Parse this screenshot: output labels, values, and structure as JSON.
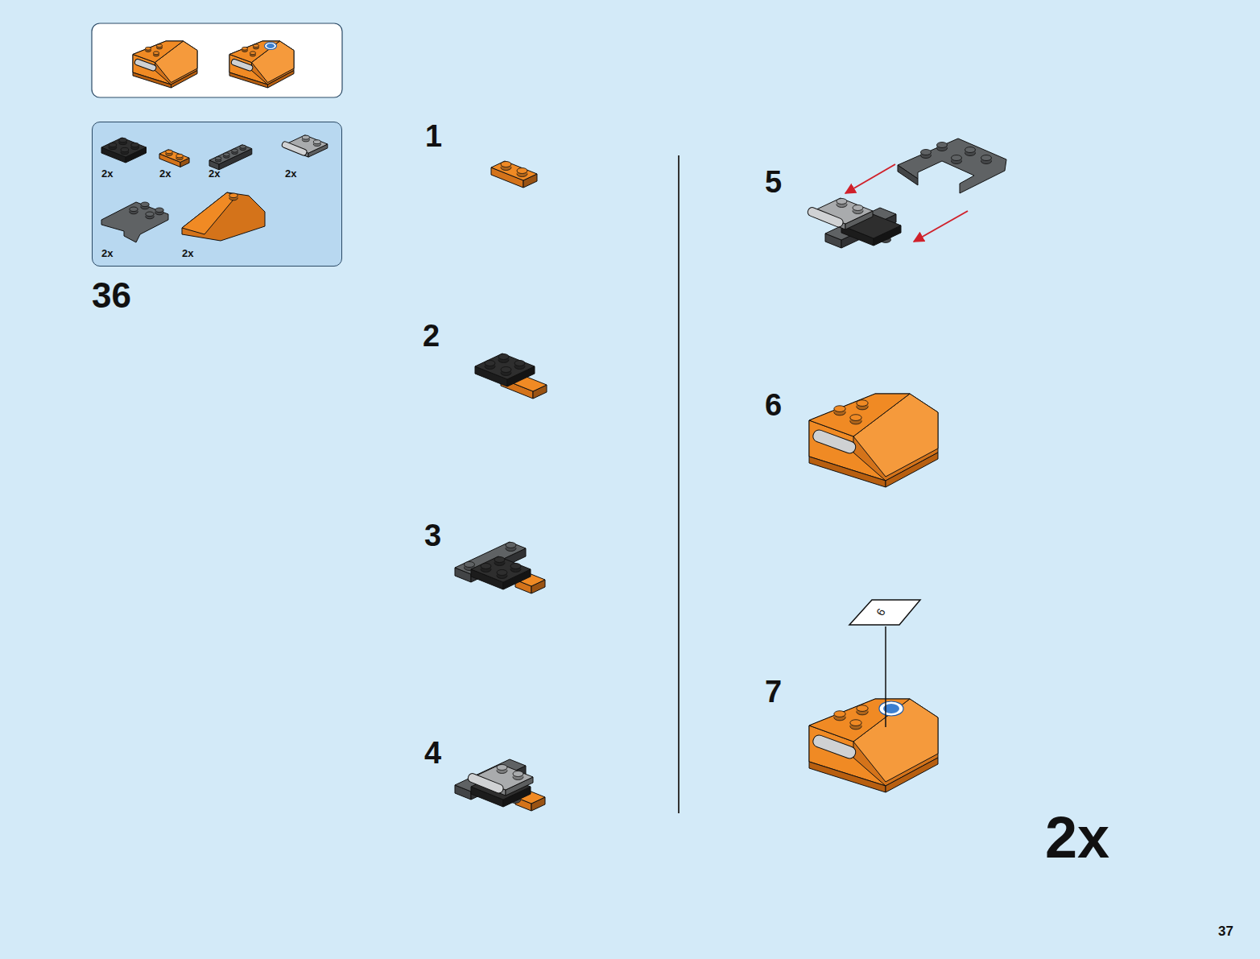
{
  "diagram": {
    "nodes": [
      {
        "text": [
          "2x",
          "2x",
          "2x",
          "2x",
          "2x",
          "2x"
        ]
      }
    ],
    "labels": [
      "36",
      "1",
      "2",
      "3",
      "4",
      "5",
      "6",
      "6",
      "7",
      "2x",
      "37"
    ]
  }
}
